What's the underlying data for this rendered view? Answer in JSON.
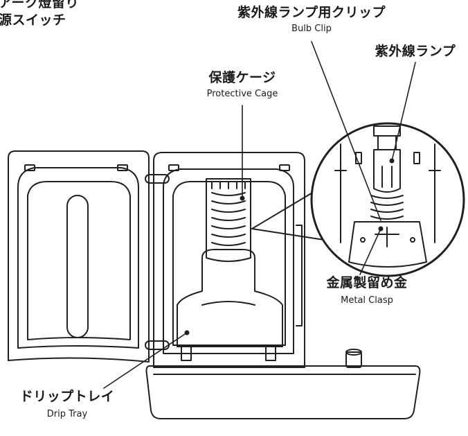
{
  "labels": {
    "power_switch": {
      "line1": "アーク燈留り",
      "line2": "源スイッチ"
    },
    "bulb_clip": {
      "jp": "紫外線ランプ用クリップ",
      "en": "Bulb Clip"
    },
    "uv_lamp": {
      "jp": "紫外線ランプ"
    },
    "protective_cage": {
      "jp": "保護ケージ",
      "en": "Protective Cage"
    },
    "metal_clasp": {
      "jp": "金属製留め金",
      "en": "Metal Clasp"
    },
    "drip_tray": {
      "jp": "ドリップトレイ",
      "en": "Drip Tray"
    }
  },
  "colors": {
    "line": "#1f1f1f",
    "background": "#ffffff"
  }
}
